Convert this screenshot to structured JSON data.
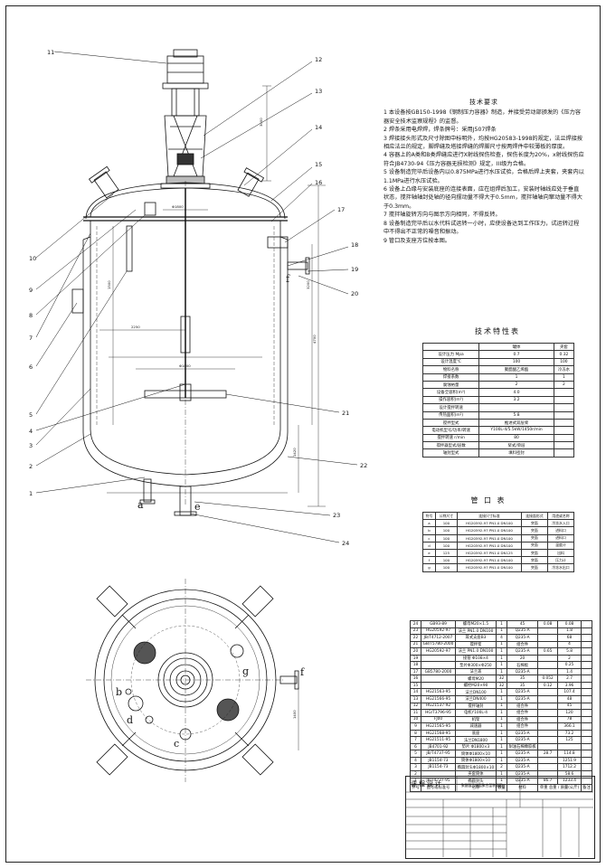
{
  "drawing": {
    "callouts": [
      "1",
      "2",
      "3",
      "4",
      "5",
      "6",
      "7",
      "8",
      "9",
      "10",
      "11",
      "12",
      "13",
      "14",
      "15",
      "16",
      "17",
      "18",
      "19",
      "20",
      "21",
      "22",
      "23",
      "24"
    ],
    "nozzle_letters": [
      "a",
      "b",
      "c",
      "d",
      "e",
      "f",
      "g"
    ],
    "dims": {
      "d1": "Φ1800",
      "d2": "3000",
      "d3": "1500",
      "d4": "3200",
      "d5": "4700",
      "d6": "2250",
      "d7": "1420",
      "d8": "Φ1800",
      "d9": "1400"
    }
  },
  "tech_req": {
    "title": "技术要求",
    "items": [
      "1 本设备按GB150-1998《钢制压力容器》制造，并接受劳动部颁发的《压力容器安全技术监察规程》的监督。",
      "2 焊条采用电焊焊，焊条牌号：采用J507焊条",
      "3 焊接接头形式及尺寸除图中标明外，均按HG20583-1998的规定，法兰焊接按相应法兰的规定，脚焊缝及塔接焊缝的焊脚尺寸按两焊件中较薄板的厚度。",
      "4 容器上的A类和B类焊缝应进行X射线探伤检查，探伤长度为20%，x射线探伤应符合JB4730-94《压力容器无损检测》规定，III级为合格。",
      "5 设备制造完毕后设备内以0.875MPa进行水压试验，合格后焊上夹套，夹套内以1.1MPa进行水压试验。",
      "6 设备上凸缘与安装底座的连接表面，应在组焊后加工，安装时轴线应处于垂直状态，搅拌轴轴封处轴的径向摆动量不得大于0.5mm，搅拌轴轴向窜动量不得大于0.3mm。",
      "7 搅拌轴旋转方向与图示方向相同，不得反转。",
      "8 设备制造完毕后以水代料试运转一小时，应使设备达到工作压力，试运转过程中不得出不正常的噪音和振动。",
      "9 管口及支座方位按本图。"
    ]
  },
  "char_table": {
    "title": "技术特性表",
    "header": [
      "",
      "罐体",
      "夹套"
    ],
    "rows": [
      [
        "设计压力 Mpa",
        "0.7",
        "0.32"
      ],
      [
        "设计温度℃",
        "100",
        "100"
      ],
      [
        "物料名称",
        "聚醋酸乙烯酯",
        "冷冻水"
      ],
      [
        "焊接系数",
        "1",
        "1"
      ],
      [
        "腐蚀裕量",
        "2",
        "2"
      ],
      [
        "设备全容积(m³)",
        "4.0",
        ""
      ],
      [
        "操作容积(m³)",
        "3.2",
        ""
      ],
      [
        "设计搅拌转速",
        "",
        ""
      ],
      [
        "传热面积(m²)",
        "5.8",
        ""
      ],
      [
        "搅拌型式",
        "推进式双层桨",
        ""
      ],
      [
        "电动机型号/功率/转速",
        "Y100L-4/5.5kW/1450r/min",
        ""
      ],
      [
        "搅拌转速 r/min",
        "80",
        ""
      ],
      [
        "搅拌器型式/层数",
        "桨式/单层",
        ""
      ],
      [
        "轴封型式",
        "填料密封",
        ""
      ]
    ]
  },
  "nozzle_table": {
    "title": "管 口 表",
    "header": [
      "符号",
      "公称尺寸",
      "连接尺寸标准",
      "连接面形式",
      "用途或名称"
    ],
    "rows": [
      [
        "a",
        "100",
        "HG20592-97 PN1.0 DN100",
        "突面",
        "冷冻水入口"
      ],
      [
        "b",
        "100",
        "HG20592-97 PN1.0 DN100",
        "突面",
        "进料口"
      ],
      [
        "c",
        "100",
        "HG20592-97 PN1.0 DN100",
        "突面",
        "进料口"
      ],
      [
        "d",
        "100",
        "HG20592-97 PN1.0 DN100",
        "突面",
        "温度计"
      ],
      [
        "e",
        "125",
        "HG20592-97 PN1.0 DN125",
        "突面",
        "出料"
      ],
      [
        "f",
        "100",
        "HG20592-97 PN1.0 DN100",
        "突面",
        "压力计"
      ],
      [
        "g",
        "100",
        "HG20592-97 PN1.0 DN100",
        "突面",
        "冷冻水出口"
      ]
    ]
  },
  "parts_list": {
    "rows": [
      [
        "24",
        "GB93-89",
        "螺母M20×1.5",
        "1",
        "45",
        "0.08",
        "0.08"
      ],
      [
        "23",
        "HG20592-97",
        "法兰 PN1.0 DN100",
        "1",
        "Q235-A",
        "",
        "1.8"
      ],
      [
        "22",
        "JB/T4712-2007",
        "耳式支座B3",
        "4",
        "Q235-A",
        "",
        "68"
      ],
      [
        "21",
        "GB/T5780-2000",
        "搅拌浆",
        "1",
        "组合件",
        "",
        "4"
      ],
      [
        "20",
        "HG20592-97",
        "法兰 PN1.0 DN100",
        "1",
        "Q235-A",
        "0.65",
        "5.8"
      ],
      [
        "19",
        "",
        "接管 Φ108×4",
        "1",
        "20",
        "",
        "2"
      ],
      [
        "18",
        "",
        "垫片Φ300×Φ250",
        "1",
        "石棉板",
        "",
        "0.25"
      ],
      [
        "17",
        "GB5780-2000",
        "法兰盖",
        "1",
        "Q235-A",
        "",
        "1.4"
      ],
      [
        "16",
        "",
        "螺母M20",
        "32",
        "35",
        "0.052",
        "2.7"
      ],
      [
        "15",
        "",
        "螺栓M20×90",
        "32",
        "35",
        "0.12",
        "3.96"
      ],
      [
        "14",
        "HG21563-95",
        "法兰DN100",
        "1",
        "Q235-A",
        "",
        "107.4"
      ],
      [
        "13",
        "HG21566-95",
        "法兰DN400",
        "1",
        "Q235-A",
        "",
        "48"
      ],
      [
        "12",
        "HG21537-92",
        "搅拌轴封",
        "1",
        "组合件",
        "",
        "45"
      ],
      [
        "11",
        "HG/T3796-95",
        "电机Y100L-4",
        "1",
        "组合件",
        "",
        "120"
      ],
      [
        "10",
        "FJ00",
        "机架",
        "1",
        "组合件",
        "",
        "78"
      ],
      [
        "9",
        "HG21565-95",
        "减速器",
        "1",
        "组合件",
        "",
        "366.1"
      ],
      [
        "8",
        "HG21568-95",
        "底座",
        "1",
        "Q235-A",
        "",
        "73.2"
      ],
      [
        "7",
        "HG21511-95",
        "法兰DN1800",
        "1",
        "Q235-A",
        "",
        "125"
      ],
      [
        "6",
        "JB4701-92",
        "垫片 Φ1800×3",
        "1",
        "耐油石棉橡胶板",
        "",
        ""
      ],
      [
        "5",
        "JB/T4737-95",
        "筒体Φ1800×10",
        "1",
        "Q235-A",
        "28.7",
        "114.8"
      ],
      [
        "4",
        "JB1154-73",
        "筒体Φ1800×10",
        "1",
        "Q235-A",
        "",
        "1251.9"
      ],
      [
        "3",
        "JB1154-73",
        "椭圆封头Φ1800×10",
        "2",
        "Q235-A",
        "",
        "1712.2"
      ],
      [
        "2",
        "",
        "夹套筒体",
        "1",
        "Q235-A",
        "",
        "58.6"
      ],
      [
        "1",
        "JB/T4737-95",
        "椭圆封头",
        "1",
        "Q235-A",
        "86.7",
        "1233.4"
      ]
    ],
    "header": [
      "件号",
      "图号或标准号",
      "名称",
      "数量",
      "材料",
      "单重",
      "总重",
      "备注"
    ],
    "header_weight": "质量(公斤)"
  },
  "title_block": {
    "title": "课程设计",
    "subtitle": "聚醋酸乙烯酯聚合釜装配图"
  }
}
